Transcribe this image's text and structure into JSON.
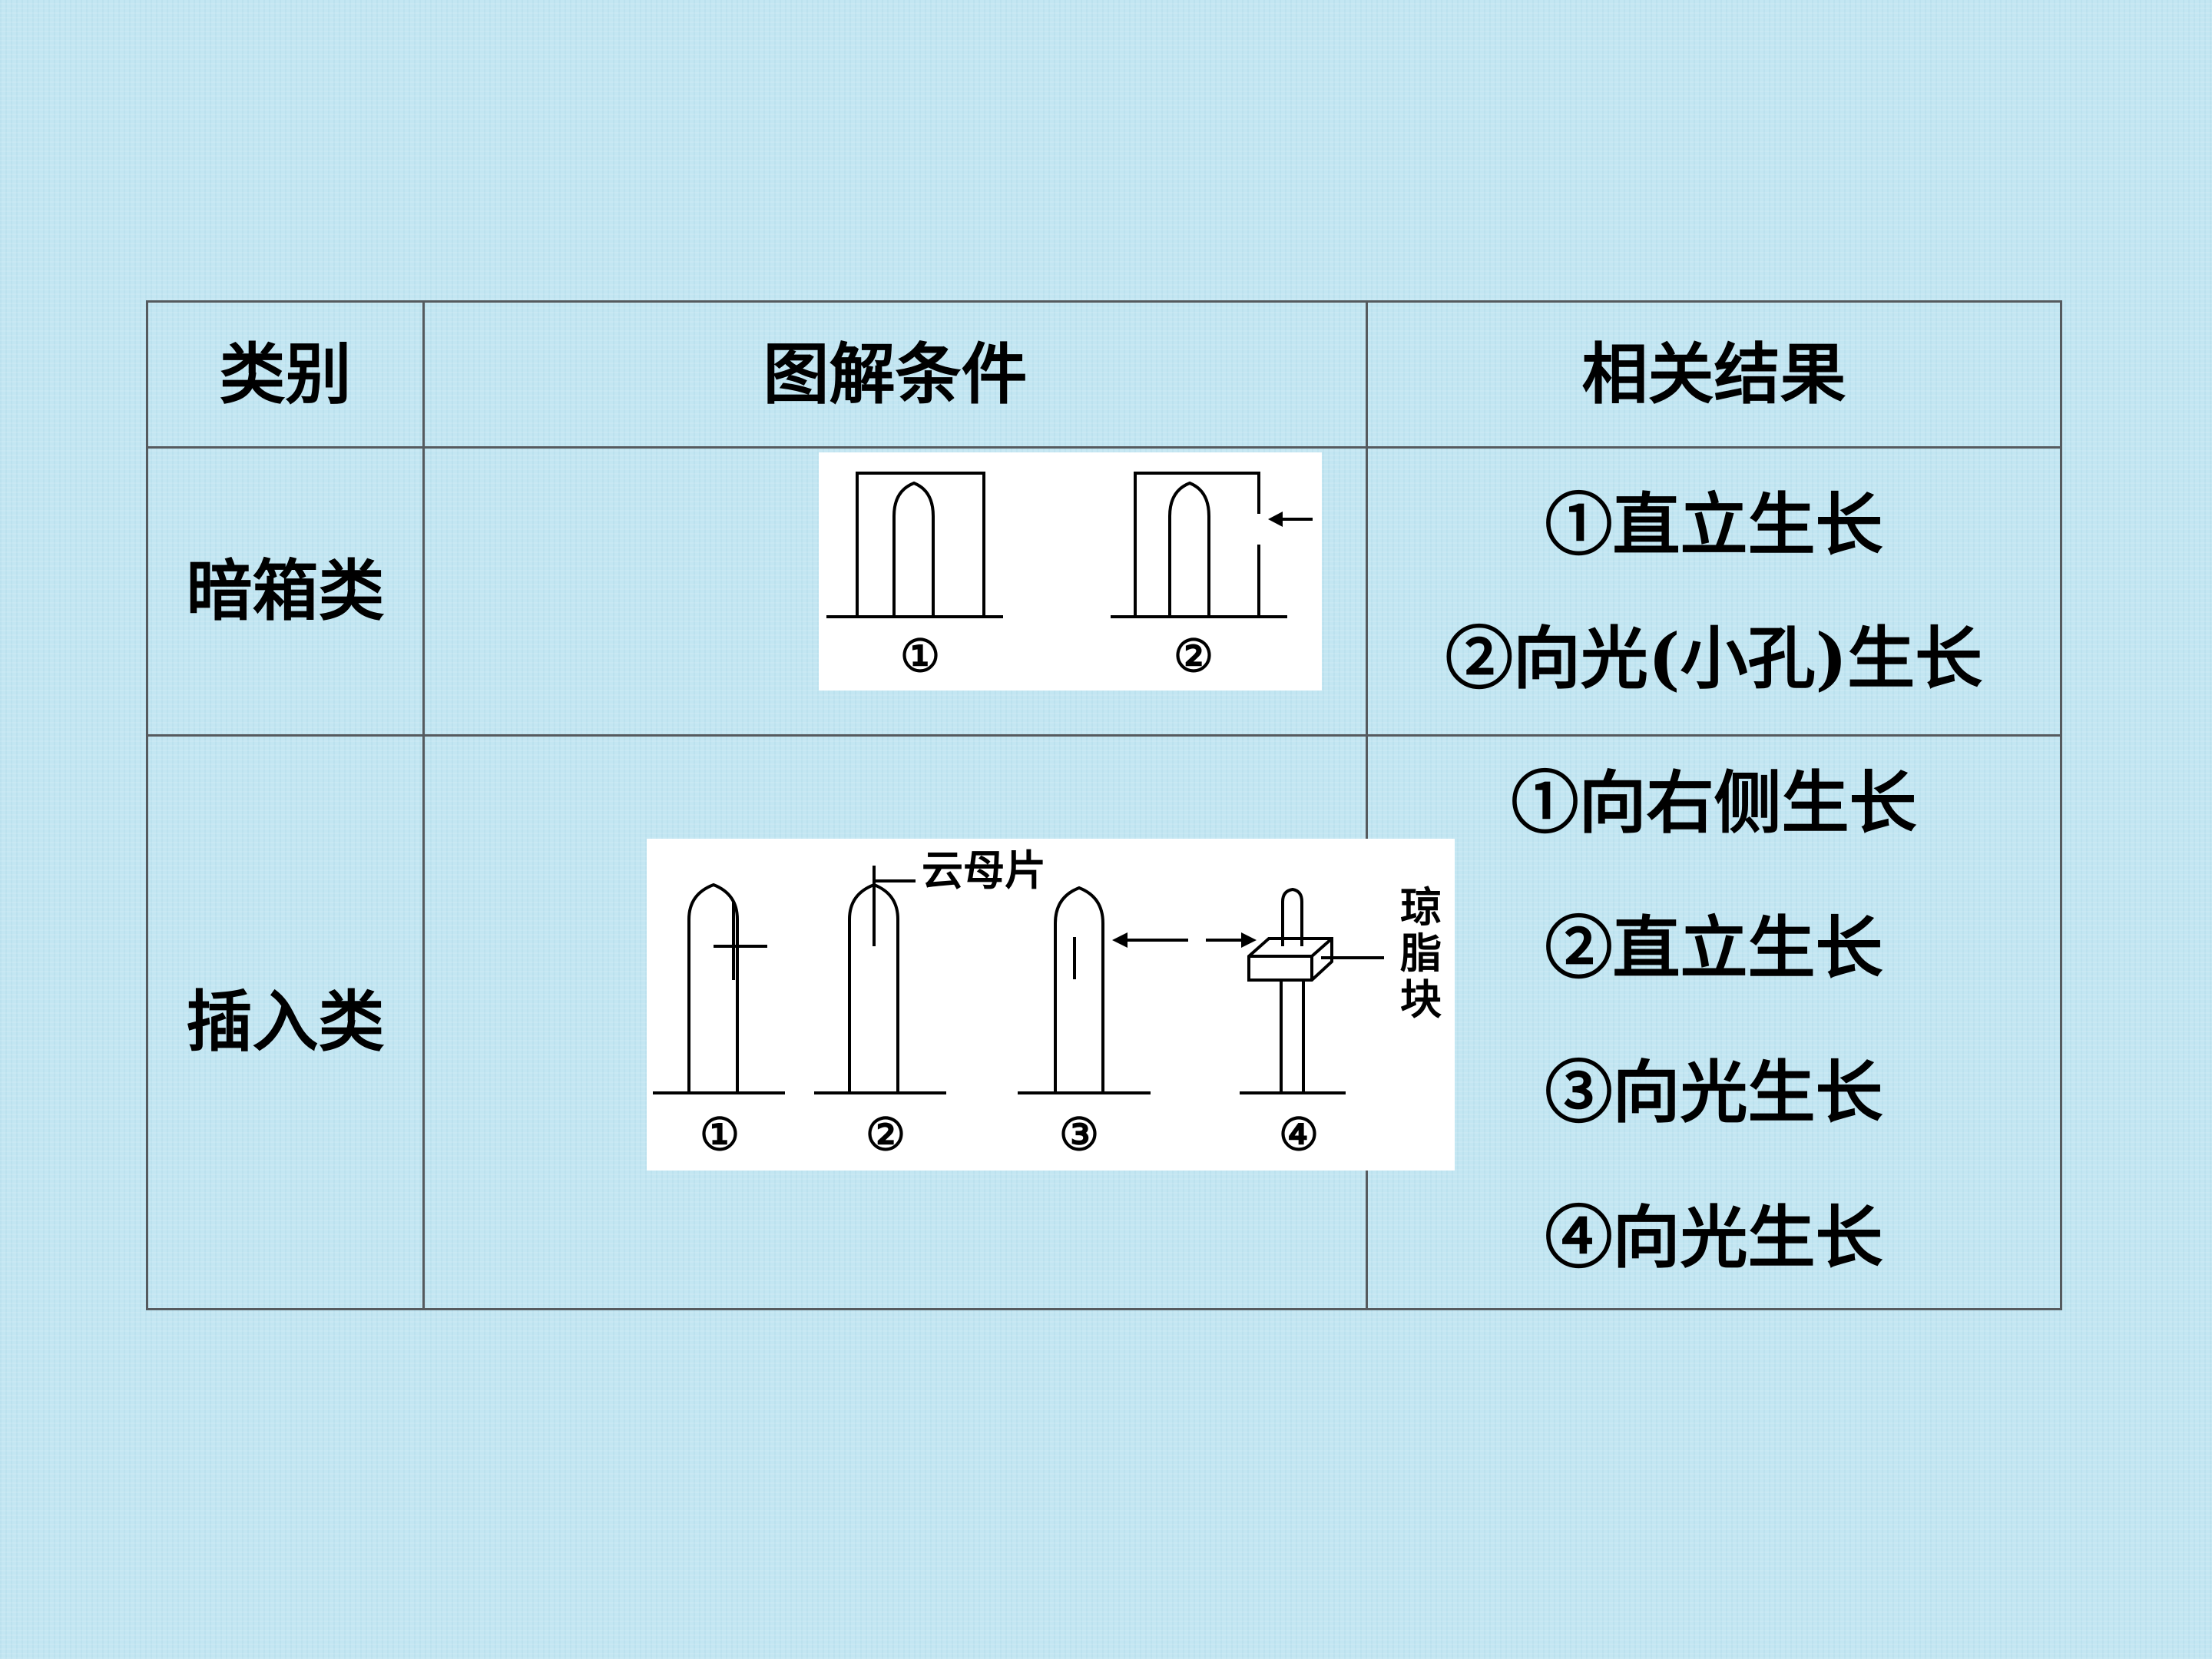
{
  "table": {
    "headers": [
      "类别",
      "图解条件",
      "相关结果"
    ],
    "rows": [
      {
        "category": "暗箱类",
        "figure": {
          "labels": [
            "①",
            "②"
          ]
        },
        "results": [
          "①直立生长",
          "②向光(小孔)生长"
        ]
      },
      {
        "category": "插入类",
        "figure": {
          "labels": [
            "①",
            "②",
            "③",
            "④"
          ],
          "annotations": {
            "mica": "云母片",
            "agar": "琼脂块",
            "agar_chars": [
              "琼",
              "脂",
              "块"
            ]
          }
        },
        "results": [
          "①向右侧生长",
          "②直立生长",
          "③向光生长",
          "④向光生长"
        ]
      }
    ]
  }
}
